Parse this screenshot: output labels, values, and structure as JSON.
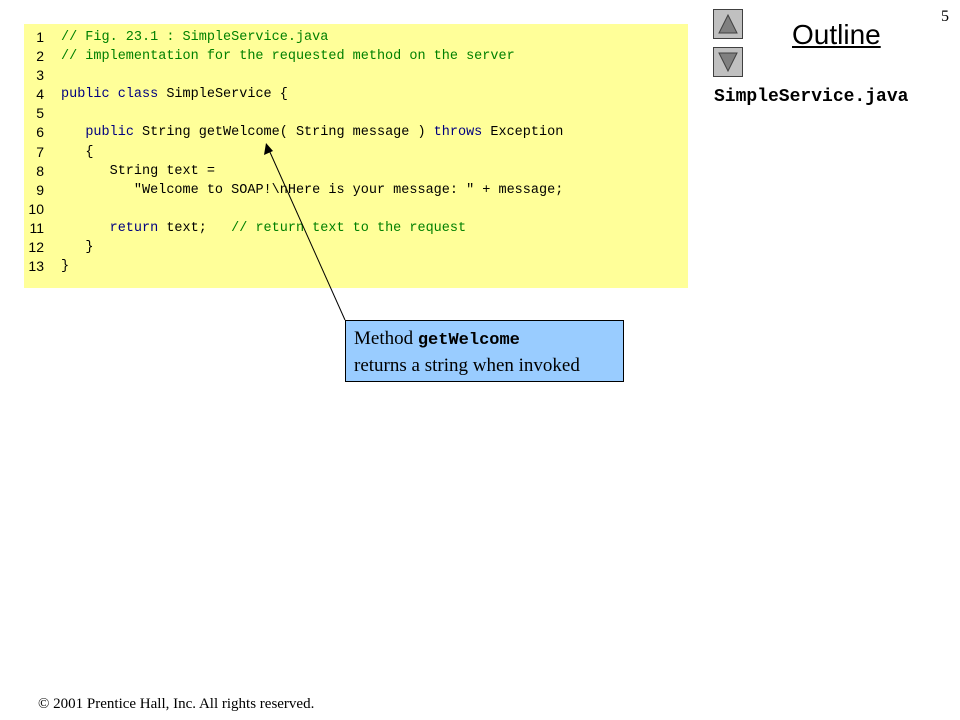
{
  "slide_number": "5",
  "outline": {
    "title": "Outline",
    "file_label": "SimpleService.java",
    "nav_up_icon": "triangle-up-icon",
    "nav_down_icon": "triangle-down-icon"
  },
  "code": {
    "lines": [
      {
        "no": "1",
        "indent": "",
        "text": "// Fig. 23.1 : SimpleService.java",
        "kind": "comment"
      },
      {
        "no": "2",
        "indent": "",
        "text": "// implementation for the requested method on the server",
        "kind": "comment"
      },
      {
        "no": "3",
        "indent": "",
        "text": "",
        "kind": "plain"
      },
      {
        "no": "4",
        "indent": "",
        "text": "public class SimpleService {",
        "kind": "keyword"
      },
      {
        "no": "5",
        "indent": "",
        "text": "",
        "kind": "plain"
      },
      {
        "no": "6",
        "indent": "   ",
        "text": "public String getWelcome( String message ) throws Exception",
        "kind": "keyword"
      },
      {
        "no": "7",
        "indent": "   ",
        "text": "{",
        "kind": "plain"
      },
      {
        "no": "8",
        "indent": "      ",
        "text": "String text =",
        "kind": "plain"
      },
      {
        "no": "9",
        "indent": "         ",
        "text": "\"Welcome to SOAP!\\nHere is your message: \" + message;",
        "kind": "plain"
      },
      {
        "no": "10",
        "indent": "",
        "text": "",
        "kind": "plain"
      },
      {
        "no": "11",
        "indent": "      ",
        "text": "return text;   // return text to the request",
        "kind": "mixed"
      },
      {
        "no": "12",
        "indent": "   ",
        "text": "}",
        "kind": "plain"
      },
      {
        "no": "13",
        "indent": "",
        "text": "}",
        "kind": "plain"
      }
    ]
  },
  "callout": {
    "prefix": "Method ",
    "method": "getWelcome",
    "rest": "returns a string when invoked"
  },
  "copyright": {
    "symbol": "©",
    "text": " 2001 Prentice Hall, Inc.  All rights reserved."
  },
  "colors": {
    "code_background": "#ffff99",
    "callout_background": "#99ccff",
    "comment": "#008000",
    "keyword": "#000080"
  }
}
